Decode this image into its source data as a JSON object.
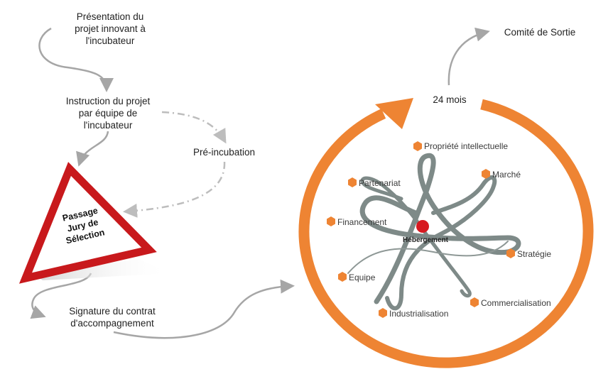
{
  "steps": {
    "step1": [
      "Présentation du",
      "projet innovant à",
      "l'incubateur"
    ],
    "step2": [
      "Instruction du projet",
      "par équipe de",
      "l'incubateur"
    ],
    "pre_incubation": "Pré-incubation",
    "jury": [
      "Passage",
      "Jury de",
      "Sélection"
    ],
    "step4": [
      "Signature du contrat",
      "d'accompagnement"
    ]
  },
  "cycle": {
    "duration": "24 mois",
    "exit": "Comité de Sortie",
    "center": "Hébergement",
    "items": {
      "pi": "Propriété intellectuelle",
      "marche": "Marché",
      "partenariat": "Partenariat",
      "financement": "Financement",
      "strategie": "Stratégie",
      "equipe": "Equipe",
      "commercialisation": "Commercialisation",
      "industrialisation": "Industrialisation"
    }
  },
  "colors": {
    "ring": "#EE8433",
    "hex": "#EE8433",
    "triangle_border": "#C8191C",
    "center_dot": "#D71920",
    "connector": "#A6A6A6",
    "knot": "#7E8A88"
  }
}
